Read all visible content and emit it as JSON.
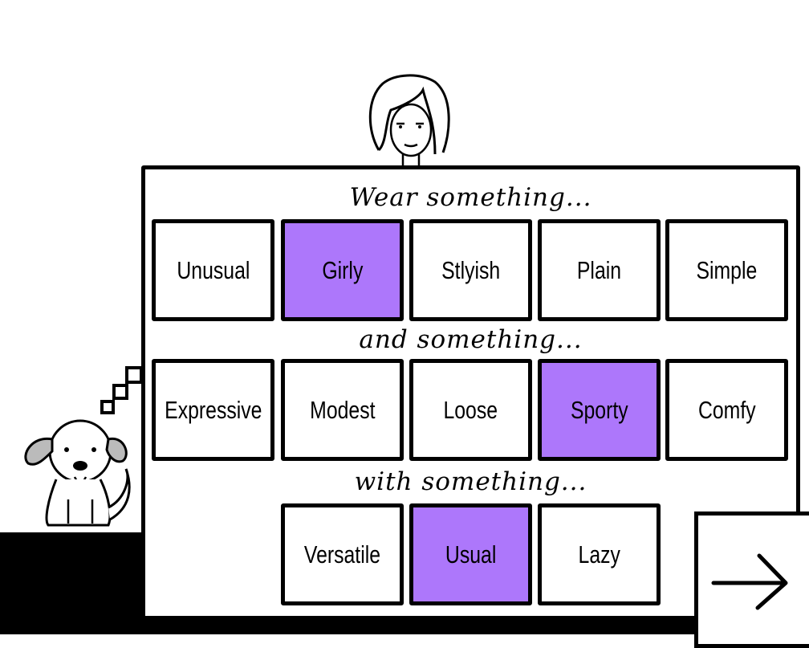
{
  "prompts": [
    "Wear something...",
    "and something...",
    "with something..."
  ],
  "rows": [
    {
      "options": [
        {
          "label": "Unusual",
          "selected": false
        },
        {
          "label": "Girly",
          "selected": true
        },
        {
          "label": "Stlyish",
          "selected": false
        },
        {
          "label": "Plain",
          "selected": false
        },
        {
          "label": "Simple",
          "selected": false
        }
      ]
    },
    {
      "options": [
        {
          "label": "Expressive",
          "selected": false
        },
        {
          "label": "Modest",
          "selected": false
        },
        {
          "label": "Loose",
          "selected": false
        },
        {
          "label": "Sporty",
          "selected": true
        },
        {
          "label": "Comfy",
          "selected": false
        }
      ]
    },
    {
      "options": [
        {
          "label": "Versatile",
          "selected": false
        },
        {
          "label": "Usual",
          "selected": true
        },
        {
          "label": "Lazy",
          "selected": false
        }
      ]
    }
  ],
  "colors": {
    "selected": "#ad77fb"
  },
  "next_icon": "arrow-right-icon"
}
